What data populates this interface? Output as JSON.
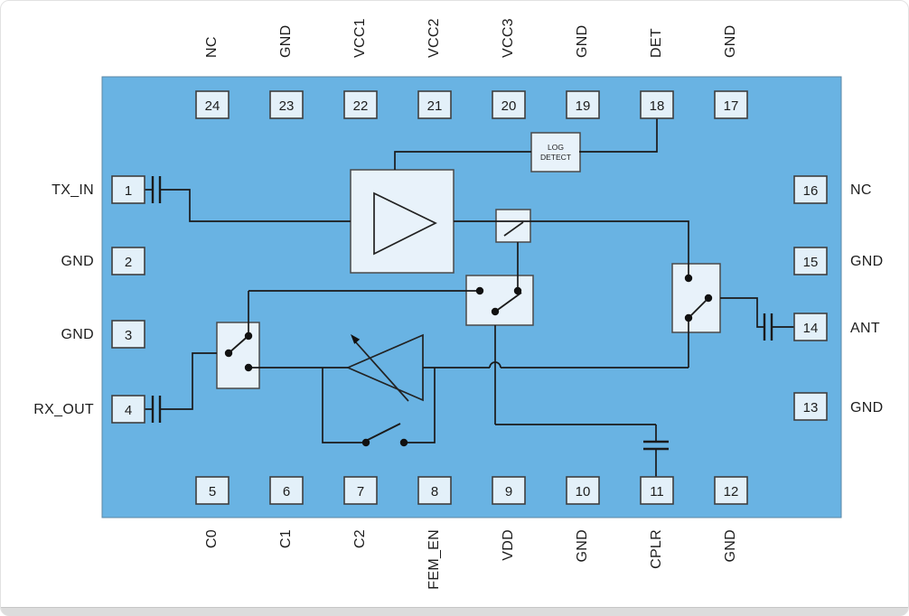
{
  "colors": {
    "chip_fill": "#69b3e3",
    "chip_stroke": "#5b87a6",
    "pin_fill": "#e3f0f9",
    "wire": "#1a1a1a"
  },
  "pins": {
    "top": [
      {
        "number": "24",
        "label": "NC"
      },
      {
        "number": "23",
        "label": "GND"
      },
      {
        "number": "22",
        "label": "VCC1"
      },
      {
        "number": "21",
        "label": "VCC2"
      },
      {
        "number": "20",
        "label": "VCC3"
      },
      {
        "number": "19",
        "label": "GND"
      },
      {
        "number": "18",
        "label": "DET"
      },
      {
        "number": "17",
        "label": "GND"
      }
    ],
    "bottom": [
      {
        "number": "5",
        "label": "C0"
      },
      {
        "number": "6",
        "label": "C1"
      },
      {
        "number": "7",
        "label": "C2"
      },
      {
        "number": "8",
        "label": "FEM_EN"
      },
      {
        "number": "9",
        "label": "VDD"
      },
      {
        "number": "10",
        "label": "GND"
      },
      {
        "number": "11",
        "label": "CPLR"
      },
      {
        "number": "12",
        "label": "GND"
      }
    ],
    "left": [
      {
        "number": "1",
        "label": "TX_IN"
      },
      {
        "number": "2",
        "label": "GND"
      },
      {
        "number": "3",
        "label": "GND"
      },
      {
        "number": "4",
        "label": "RX_OUT"
      }
    ],
    "right": [
      {
        "number": "16",
        "label": "NC"
      },
      {
        "number": "15",
        "label": "GND"
      },
      {
        "number": "14",
        "label": "ANT"
      },
      {
        "number": "13",
        "label": "GND"
      }
    ]
  },
  "blocks": {
    "log_detect_line1": "LOG",
    "log_detect_line2": "DETECT"
  }
}
